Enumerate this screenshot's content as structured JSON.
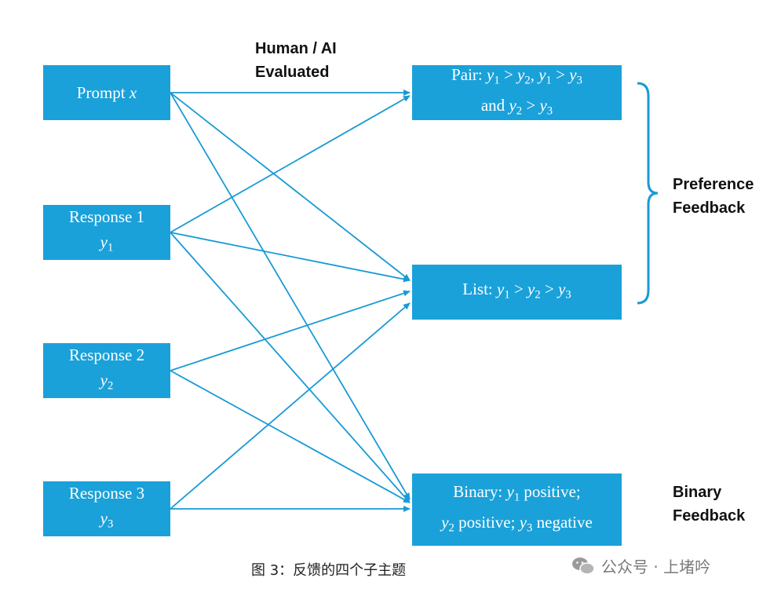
{
  "inputs": {
    "prompt": {
      "text": "Prompt ",
      "var": "x"
    },
    "response1": {
      "label": "Response 1",
      "var": "y",
      "sub": "1"
    },
    "response2": {
      "label": "Response 2",
      "var": "y",
      "sub": "2"
    },
    "response3": {
      "label": "Response 3",
      "var": "y",
      "sub": "3"
    }
  },
  "evaluator_label": {
    "line1": "Human / AI",
    "line2": "Evaluated"
  },
  "outputs": {
    "pair": {
      "prefix": "Pair: ",
      "a": "y",
      "a_sub": "1",
      "op1": " > ",
      "b": "y",
      "b_sub": "2",
      "comma": ", ",
      "c": "y",
      "c_sub": "1",
      "op2": " > ",
      "d": "y",
      "d_sub": "3",
      "and": "and ",
      "e": "y",
      "e_sub": "2",
      "op3": " > ",
      "f": "y",
      "f_sub": "3"
    },
    "list": {
      "prefix": "List: ",
      "a": "y",
      "a_sub": "1",
      "op1": " > ",
      "b": "y",
      "b_sub": "2",
      "op2": " > ",
      "c": "y",
      "c_sub": "3"
    },
    "binary": {
      "prefix": "Binary: ",
      "a": "y",
      "a_sub": "1",
      "a_word": " positive;",
      "b": "y",
      "b_sub": "2",
      "b_word": " positive; ",
      "c": "y",
      "c_sub": "3",
      "c_word": " negative"
    }
  },
  "group_labels": {
    "preference": {
      "line1": "Preference",
      "line2": "Feedback"
    },
    "binary": {
      "line1": "Binary",
      "line2": "Feedback"
    }
  },
  "caption": "图 3：反馈的四个子主题",
  "watermark": "公众号 · 上堵吟",
  "colors": {
    "box": "#1aa1d9",
    "arrow": "#1a9ad6",
    "brace": "#1a9ad6"
  }
}
